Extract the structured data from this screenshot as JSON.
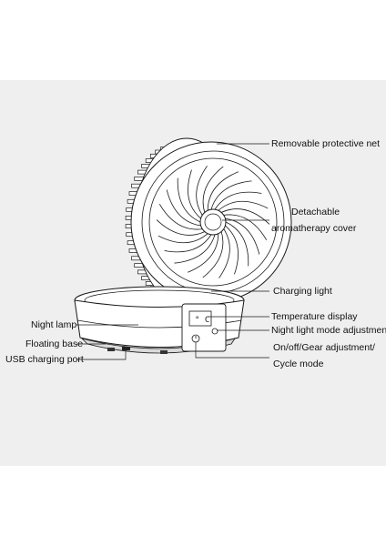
{
  "colors": {
    "background": "#efefef",
    "line": "#1a1a1a",
    "device_fill": "#ffffff",
    "shade": "#cfcfcf",
    "dark": "#333333"
  },
  "diagram": {
    "device_icons": {
      "display": "temperature-digit-icon",
      "night_light_button": "light-bulb-icon",
      "power_button": "power-icon",
      "usb_port": "usb-port-icon"
    },
    "display_digits": "° C",
    "labels": {
      "protective_net": "Removable protective net",
      "aromatherapy_line1": "Detachable",
      "aromatherapy_line2": "aromatherapy cover",
      "charging_light": "Charging light",
      "night_lamp": "Night lamp",
      "temperature_display": "Temperature display",
      "night_light_mode": "Night light mode adjustment",
      "floating_base": "Floating base",
      "power_line1": "On/off/Gear adjustment/",
      "power_line2": "Cycle mode",
      "usb_port": "USB charging port"
    }
  }
}
